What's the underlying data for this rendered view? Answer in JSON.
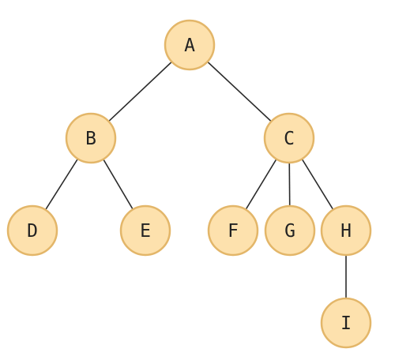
{
  "nodes": [
    {
      "id": "A",
      "label": "A"
    },
    {
      "id": "B",
      "label": "B"
    },
    {
      "id": "C",
      "label": "C"
    },
    {
      "id": "D",
      "label": "D"
    },
    {
      "id": "E",
      "label": "E"
    },
    {
      "id": "F",
      "label": "F"
    },
    {
      "id": "G",
      "label": "G"
    },
    {
      "id": "H",
      "label": "H"
    },
    {
      "id": "I",
      "label": "I"
    }
  ],
  "edges": [
    {
      "from": "A",
      "to": "B"
    },
    {
      "from": "A",
      "to": "C"
    },
    {
      "from": "B",
      "to": "D"
    },
    {
      "from": "B",
      "to": "E"
    },
    {
      "from": "C",
      "to": "F"
    },
    {
      "from": "C",
      "to": "G"
    },
    {
      "from": "C",
      "to": "H"
    },
    {
      "from": "H",
      "to": "I"
    }
  ],
  "colors": {
    "node_fill": "#fde1ad",
    "node_stroke": "#e3b669",
    "edge": "#2b2b2b",
    "label": "#222222"
  }
}
